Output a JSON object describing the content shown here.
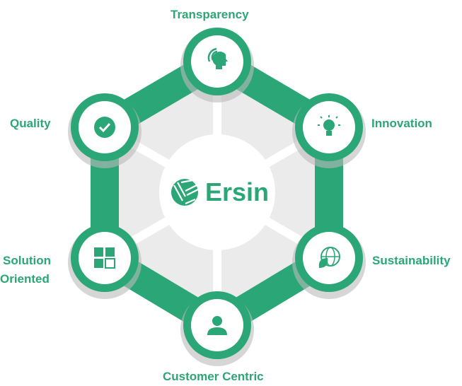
{
  "brand": {
    "name": "Ersin",
    "color": "#2ba676"
  },
  "values": [
    {
      "label": "Transparency",
      "icon": "listening-head-icon"
    },
    {
      "label": "Innovation",
      "icon": "lightbulb-icon"
    },
    {
      "label": "Sustainability",
      "icon": "globe-leaf-icon"
    },
    {
      "label": "Customer Centric",
      "icon": "person-icon"
    },
    {
      "label": "Solution Oriented",
      "line1": "Solution",
      "line2": "Oriented",
      "icon": "puzzle-icon"
    },
    {
      "label": "Quality",
      "icon": "check-badge-icon"
    }
  ]
}
